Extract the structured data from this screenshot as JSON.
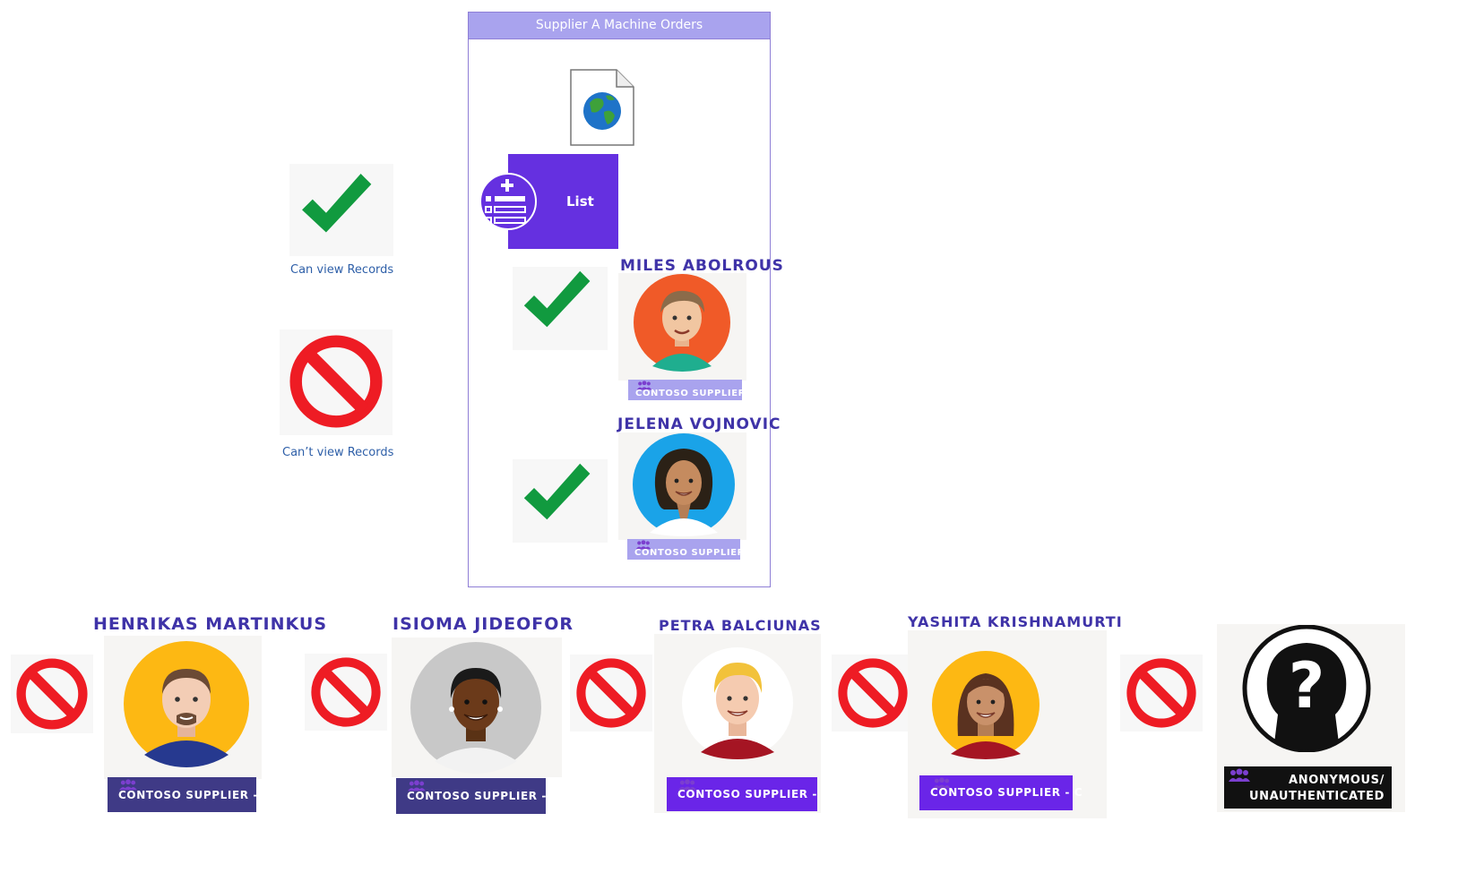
{
  "container": {
    "title": "Supplier A Machine Orders"
  },
  "list_block": {
    "label": "List"
  },
  "legend": {
    "can_view": "Can view Records",
    "cant_view": "Can’t view Records"
  },
  "people": {
    "miles": {
      "name": "MILES ABOLROUS",
      "group": "CONTOSO SUPPLIER - A"
    },
    "jelena": {
      "name": "JELENA VOJNOVIC",
      "group": "CONTOSO SUPPLIER - A"
    },
    "henrikas": {
      "name": "HENRIKAS MARTINKUS",
      "group": "CONTOSO SUPPLIER - B"
    },
    "isioma": {
      "name": "ISIOMA JIDEOFOR",
      "group": "CONTOSO SUPPLIER - B"
    },
    "petra": {
      "name": "PETRA BALCIUNAS",
      "group": "CONTOSO SUPPLIER - C"
    },
    "yashita": {
      "name": "YASHITA KRISHNAMURTI",
      "group": "CONTOSO SUPPLIER - C"
    },
    "anonymous": {
      "line1": "ANONYMOUS/",
      "line2": "UNAUTHENTICATED"
    }
  },
  "colors": {
    "container_header": "#a9a3ee",
    "container_border": "#8f7fd6",
    "list_purple": "#6530e0",
    "check_green": "#119a3f",
    "no_red": "#ee1c24",
    "group_a_badge": "#a9a3ee",
    "group_b_badge": "#3f3a86",
    "group_c_badge": "#6a25e8",
    "name_text": "#3f33a8",
    "legend_text": "#2e5fa8"
  },
  "icons": [
    "globe-document-icon",
    "add-list-icon",
    "checkmark-icon",
    "no-access-icon",
    "group-icon",
    "unknown-person-icon"
  ]
}
